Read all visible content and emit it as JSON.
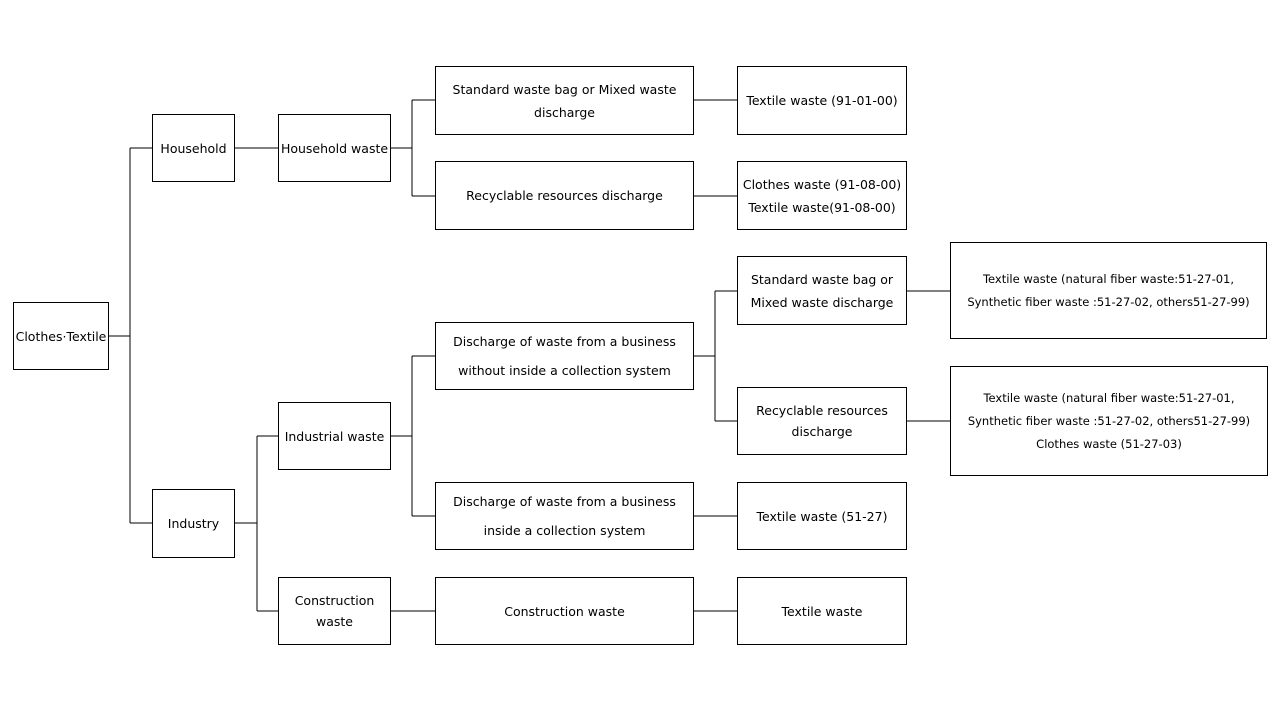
{
  "nodes": {
    "root": {
      "lines": [
        "Clothes·Textile"
      ]
    },
    "household": {
      "lines": [
        "Household"
      ]
    },
    "industry": {
      "lines": [
        "Industry"
      ]
    },
    "household_waste": {
      "lines": [
        "Household waste"
      ]
    },
    "industrial_waste": {
      "lines": [
        "Industrial waste"
      ]
    },
    "construction": {
      "lines": [
        "Construction",
        "waste"
      ]
    },
    "hh_standard_bag": {
      "lines": [
        "Standard waste bag or Mixed waste",
        "discharge"
      ]
    },
    "hh_recyclable": {
      "lines": [
        "Recyclable  resources discharge"
      ]
    },
    "hh_textile_waste": {
      "lines": [
        "Textile waste (91-01-00)"
      ]
    },
    "hh_clothes_textile": {
      "lines": [
        "Clothes waste (91-08-00)",
        "Textile waste(91-08-00)"
      ]
    },
    "ind_without_system": {
      "lines": [
        "Discharge of waste from a business",
        "without inside a collection system"
      ]
    },
    "ind_inside_system": {
      "lines": [
        "Discharge of waste from a business",
        "inside a collection system"
      ]
    },
    "ind_standard_bag": {
      "lines": [
        "Standard waste bag or",
        "Mixed waste discharge"
      ]
    },
    "ind_recyclable": {
      "lines": [
        "Recyclable  resources",
        "discharge"
      ]
    },
    "ind_textile_codes_1": {
      "lines": [
        "Textile waste (natural fiber waste:51-27-01,",
        "Synthetic fiber waste :51-27-02,  others51-27-99)"
      ]
    },
    "ind_textile_codes_2": {
      "lines": [
        "Textile waste (natural fiber waste:51-27-01,",
        "Synthetic fiber waste :51-27-02,  others51-27-99)",
        "Clothes waste (51-27-03)"
      ]
    },
    "ind_textile_51_27": {
      "lines": [
        "Textile waste (51-27)"
      ]
    },
    "construction_waste": {
      "lines": [
        "Construction waste"
      ]
    },
    "construction_textile": {
      "lines": [
        "Textile waste"
      ]
    }
  }
}
